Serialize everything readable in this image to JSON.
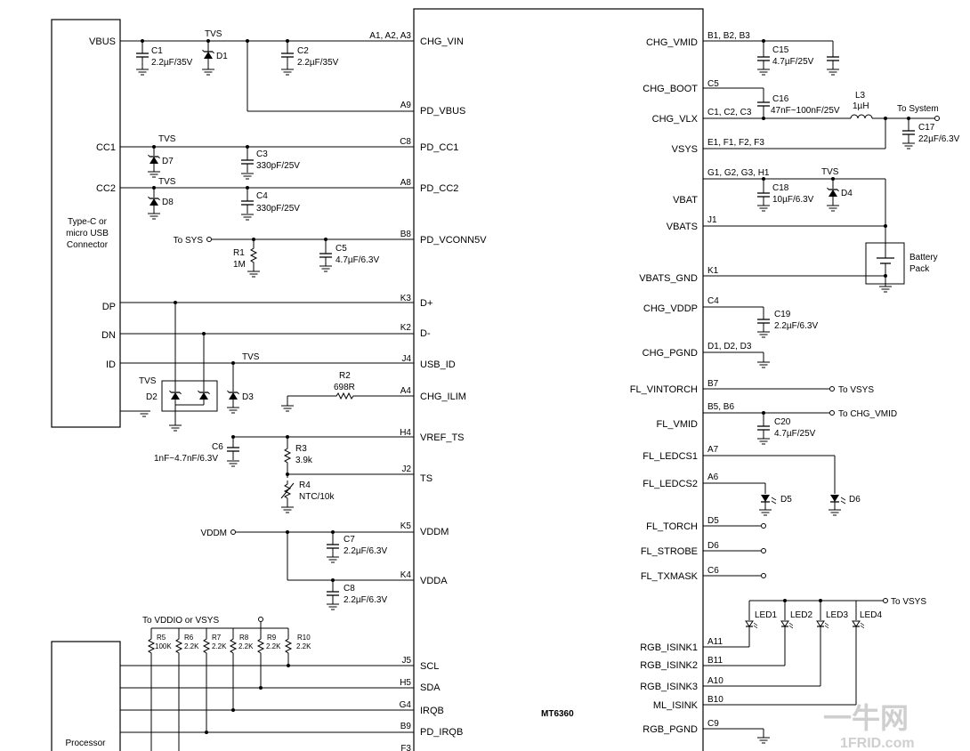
{
  "chip": {
    "name": "MT6360"
  },
  "blocks": {
    "connector": "Type-C or micro USB Connector",
    "connector_lines": [
      "Type-C or",
      "micro USB",
      "Connector"
    ],
    "processor": "Processor",
    "battery_lines": [
      "Battery",
      "Pack"
    ]
  },
  "left_pins": [
    {
      "ball": "A1, A2, A3",
      "name": "CHG_VIN"
    },
    {
      "ball": "A9",
      "name": "PD_VBUS"
    },
    {
      "ball": "C8",
      "name": "PD_CC1"
    },
    {
      "ball": "A8",
      "name": "PD_CC2"
    },
    {
      "ball": "B8",
      "name": "PD_VCONN5V"
    },
    {
      "ball": "K3",
      "name": "D+"
    },
    {
      "ball": "K2",
      "name": "D-"
    },
    {
      "ball": "J4",
      "name": "USB_ID"
    },
    {
      "ball": "A4",
      "name": "CHG_ILIM"
    },
    {
      "ball": "H4",
      "name": "VREF_TS"
    },
    {
      "ball": "J2",
      "name": "TS"
    },
    {
      "ball": "K5",
      "name": "VDDM"
    },
    {
      "ball": "K4",
      "name": "VDDA"
    },
    {
      "ball": "J5",
      "name": "SCL"
    },
    {
      "ball": "H5",
      "name": "SDA"
    },
    {
      "ball": "G4",
      "name": "IRQB"
    },
    {
      "ball": "B9",
      "name": "PD_IRQB"
    },
    {
      "ball": "F3",
      "name": ""
    }
  ],
  "right_pins": [
    {
      "ball": "B1, B2, B3",
      "name": "CHG_VMID"
    },
    {
      "ball": "C5",
      "name": "CHG_BOOT"
    },
    {
      "ball": "C1, C2, C3",
      "name": "CHG_VLX"
    },
    {
      "ball": "E1, F1, F2, F3",
      "name": "VSYS"
    },
    {
      "ball": "G1, G2, G3, H1",
      "name": "VBAT"
    },
    {
      "ball": "J1",
      "name": "VBATS"
    },
    {
      "ball": "K1",
      "name": "VBATS_GND"
    },
    {
      "ball": "C4",
      "name": "CHG_VDDP"
    },
    {
      "ball": "D1, D2, D3",
      "name": "CHG_PGND"
    },
    {
      "ball": "B7",
      "name": "FL_VINTORCH"
    },
    {
      "ball": "B5, B6",
      "name": "FL_VMID"
    },
    {
      "ball": "A7",
      "name": "FL_LEDCS1"
    },
    {
      "ball": "A6",
      "name": "FL_LEDCS2"
    },
    {
      "ball": "D5",
      "name": "FL_TORCH"
    },
    {
      "ball": "D6",
      "name": "FL_STROBE"
    },
    {
      "ball": "C6",
      "name": "FL_TXMASK"
    },
    {
      "ball": "A11",
      "name": "RGB_ISINK1"
    },
    {
      "ball": "B11",
      "name": "RGB_ISINK2"
    },
    {
      "ball": "A10",
      "name": "RGB_ISINK3"
    },
    {
      "ball": "B10",
      "name": "ML_ISINK"
    },
    {
      "ball": "C9",
      "name": "RGB_PGND"
    }
  ],
  "connector_pins": [
    "VBUS",
    "CC1",
    "CC2",
    "DP",
    "DN",
    "ID"
  ],
  "labels": {
    "tvs": "TVS",
    "c1": "C1",
    "c1_val": "2.2µF/35V",
    "c2": "C2",
    "c2_val": "2.2µF/35V",
    "d1": "D1",
    "d2": "D2",
    "d3": "D3",
    "d7": "D7",
    "d8": "D8",
    "c3": "C3",
    "c3_val": "330pF/25V",
    "c4": "C4",
    "c4_val": "330pF/25V",
    "to_sys": "To SYS",
    "r1": "R1",
    "r1_val": "1M",
    "c5": "C5",
    "c5_val": "4.7µF/6.3V",
    "r2": "R2",
    "r2_val": "698R",
    "c6": "C6",
    "c6_val": "1nF~4.7nF/6.3V",
    "r3": "R3",
    "r3_val": "3.9k",
    "r4": "R4",
    "r4_val": "NTC/10k",
    "vddm": "VDDM",
    "c7": "C7",
    "c7_val": "2.2µF/6.3V",
    "c8": "C8",
    "c8_val": "2.2µF/6.3V",
    "to_vddio": "To VDDIO or VSYS",
    "r5": "R5",
    "r5_val": "100K",
    "r6": "R6",
    "r6_val": "2.2K",
    "r7": "R7",
    "r7_val": "2.2K",
    "r8": "R8",
    "r8_val": "2.2K",
    "r9": "R9",
    "r9_val": "2.2K",
    "r10": "R10",
    "r10_val": "2.2K",
    "c15": "C15",
    "c15_val": "4.7µF/25V",
    "c16": "C16",
    "c16_val": "47nF~100nF/25V",
    "l3": "L3",
    "l3_val": "1µH",
    "to_system": "To System",
    "c17": "C17",
    "c17_val": "22µF/6.3V",
    "c18": "C18",
    "c18_val": "10µF/6.3V",
    "d4": "D4",
    "c19": "C19",
    "c19_val": "2.2µF/6.3V",
    "to_vsys": "To VSYS",
    "to_chg_vmid": "To CHG_VMID",
    "c20": "C20",
    "c20_val": "4.7µF/25V",
    "d5": "D5",
    "d6": "D6",
    "led1": "LED1",
    "led2": "LED2",
    "led3": "LED3",
    "led4": "LED4",
    "to_vsys2": "To VSYS"
  },
  "watermark": {
    "main": "一牛网",
    "sub": "1FRID.com"
  }
}
